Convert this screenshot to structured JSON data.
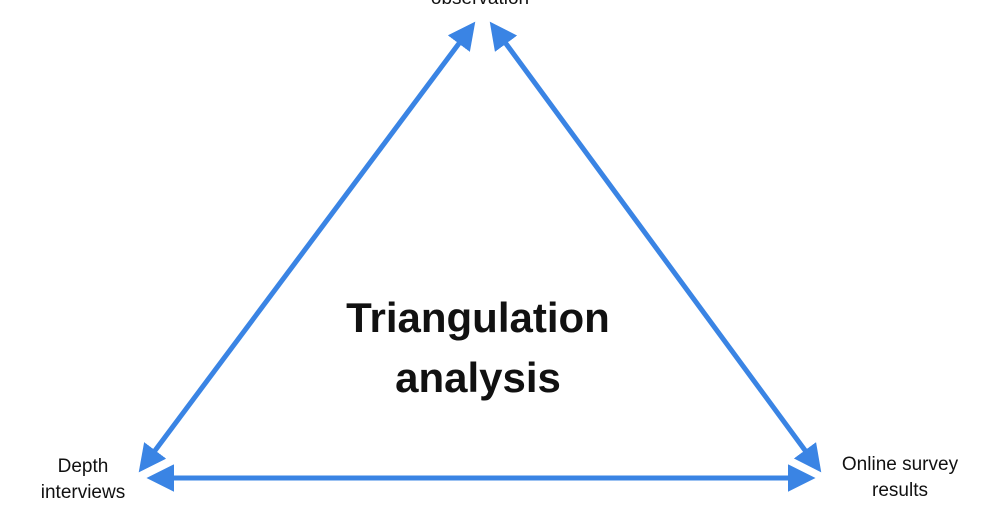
{
  "diagram": {
    "center_line1": "Triangulation",
    "center_line2": "analysis",
    "top_node": "observation",
    "left_node_line1": "Depth",
    "left_node_line2": "interviews",
    "right_node_line1": "Online survey",
    "right_node_line2": "results",
    "arrow_color": "#3a84e4",
    "text_color": "#111111"
  }
}
